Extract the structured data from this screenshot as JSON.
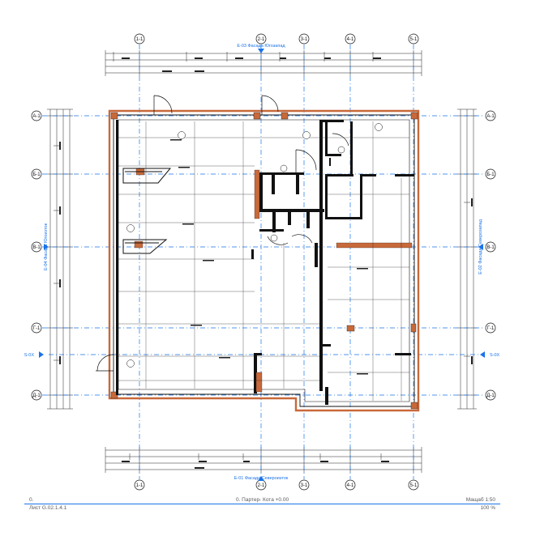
{
  "grid_axes": {
    "vertical": [
      "1-1",
      "2-1",
      "3-1",
      "4-1",
      "5-1"
    ],
    "horizontal": [
      "А-1",
      "Б-1",
      "В-1",
      "Г-1",
      "Д-1"
    ]
  },
  "elevations": {
    "top": "Е-03 Фасада Югозапад",
    "bottom": "Е-01 Фасада Североизток",
    "left": "Е-04 Фасада Югоизток",
    "right": "Е-02 Фасада Северозапад",
    "section_left": "S-0X",
    "section_right": "S-0X"
  },
  "footer": {
    "sheet_prefix": "0.",
    "sheet_number": "Лист G.02.1.4.1",
    "plan_title": "0. Партер- Кота +0.00",
    "scale": "Мащаб   1:50",
    "zoom": "100 %"
  },
  "colors": {
    "grid": "#1a73e8",
    "wall": "#111111",
    "brick": "#c8693a",
    "line": "#222222"
  }
}
